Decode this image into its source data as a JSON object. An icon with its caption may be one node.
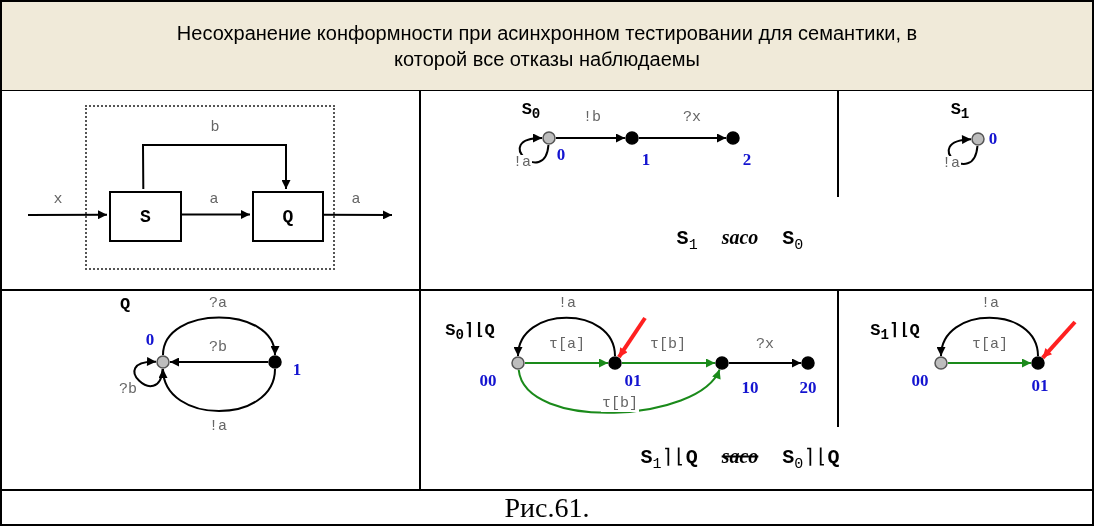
{
  "diagram": {
    "title": "Несохранение конформности при асинхронном тестировании для семантики, в которой все отказы наблюдаемы",
    "caption": "Рис.61.",
    "nodes": [
      {
        "text": [],
        "shape": "box"
      },
      {
        "text": [
          "S"
        ],
        "in": 0
      },
      {
        "text": [
          "Q"
        ],
        "in": 0
      },
      {
        "text": [],
        "shape": "circle",
        "beside": [
          "S$_{0}$",
          "0"
        ]
      },
      {
        "text": [],
        "shape": "circle",
        "beside": [
          "1"
        ]
      },
      {
        "text": [],
        "shape": "circle",
        "beside": [
          "2"
        ]
      },
      {
        "text": [],
        "shape": "circle",
        "beside": [
          "S$_{1}$",
          "0"
        ]
      },
      {
        "text": [],
        "shape": "circle",
        "beside": [
          "Q",
          "0"
        ]
      },
      {
        "text": [],
        "shape": "circle",
        "beside": [
          "1"
        ]
      },
      {
        "text": [],
        "shape": "circle",
        "beside": [
          "S$_{0}$⌉⌊Q",
          "00"
        ]
      },
      {
        "text": [],
        "shape": "circle",
        "beside": [
          "01"
        ]
      },
      {
        "text": [],
        "shape": "circle",
        "beside": [
          "10"
        ]
      },
      {
        "text": [],
        "shape": "circle",
        "beside": [
          "20"
        ]
      },
      {
        "text": [],
        "shape": "circle",
        "beside": [
          "S$_{1}$⌉⌊Q",
          "00"
        ]
      },
      {
        "text": [],
        "shape": "circle",
        "beside": [
          "01"
        ]
      }
    ],
    "edges": [
      {
        "from": null,
        "to": 1,
        "arrow": "to",
        "label": "x"
      },
      {
        "from": 1,
        "to": 2,
        "arrow": "to",
        "label": "a"
      },
      {
        "from": 1,
        "to": 2,
        "arrow": "to",
        "label": "b"
      },
      {
        "from": 2,
        "to": null,
        "arrow": "to",
        "label": "a"
      },
      {
        "from": 3,
        "to": 3,
        "arrow": "to",
        "label": "!a"
      },
      {
        "from": 3,
        "to": 4,
        "arrow": "to",
        "label": "!b"
      },
      {
        "from": 4,
        "to": 5,
        "arrow": "to",
        "label": "?x"
      },
      {
        "from": 6,
        "to": 6,
        "arrow": "to",
        "label": "!a"
      },
      {
        "from": 7,
        "to": 8,
        "arrow": "to",
        "label": "?a"
      },
      {
        "from": 8,
        "to": 7,
        "arrow": "to",
        "label": "?b"
      },
      {
        "from": 8,
        "to": 7,
        "arrow": "to",
        "label": "!a"
      },
      {
        "from": 7,
        "to": 7,
        "arrow": "to",
        "label": "?b"
      },
      {
        "from": 10,
        "to": 9,
        "arrow": "to",
        "label": "!a"
      },
      {
        "from": 9,
        "to": 10,
        "arrow": "to",
        "label": "τ[a]",
        "color": "#1a8a1a"
      },
      {
        "from": 10,
        "to": 11,
        "arrow": "to",
        "label": "τ[b]",
        "color": "#1a8a1a"
      },
      {
        "from": 11,
        "to": 12,
        "arrow": "to",
        "label": "?x"
      },
      {
        "from": 9,
        "to": 11,
        "arrow": "to",
        "label": "τ[b]",
        "color": "#1a8a1a"
      },
      {
        "from": null,
        "to": 10,
        "arrow": "to",
        "style": "thick",
        "color": "#ff2020"
      },
      {
        "from": 14,
        "to": 13,
        "arrow": "to",
        "label": "!a"
      },
      {
        "from": 13,
        "to": 14,
        "arrow": "to",
        "label": "τ[a]",
        "color": "#1a8a1a"
      },
      {
        "from": null,
        "to": 14,
        "arrow": "to",
        "style": "thick",
        "color": "#ff2020"
      }
    ],
    "labels": [
      "**S**$_{1}$ *saco* **S**$_{0}$",
      "**S**$_{1}$⌉⌊**Q** *saco* **S**$_{0}$⌉⌊**Q**"
    ]
  }
}
